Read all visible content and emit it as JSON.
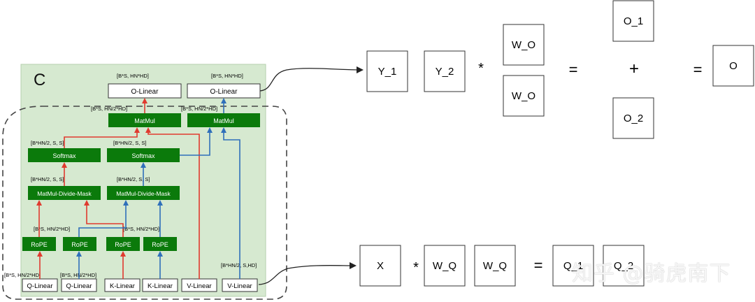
{
  "panel": {
    "label": "C",
    "colors": {
      "panel_bg": "#d6e9d0",
      "green": "#0b7a0b",
      "red": "#e03a2f",
      "blue": "#2f6fba",
      "dashed": "#444444"
    }
  },
  "shapes": {
    "olin1": "[B*S, HN*HD]",
    "olin2": "[B*S, HN*HD]",
    "matmul1": "[B*S, HN/2*HD]",
    "matmul2": "[B*S, HN/2*HD]",
    "softmax1": "[B*HN/2, S, S]",
    "softmax2": "[B*HN/2, S, S]",
    "mdm1": "[B*HN/2, S, S]",
    "mdm2": "[B*HN/2, S, S]",
    "rope1": "[B*S, HN/2*HD]",
    "rope2": "[B*S, HN/2*HD]",
    "qlin1": "[B*S, HN/2*HD]",
    "qlin2": "[B*S, HN/2*HD]",
    "vlin": "[B*HN/2, S,HD]"
  },
  "blocks": {
    "o_linear": "O-Linear",
    "matmul": "MatMul",
    "softmax": "Softmax",
    "mdm": "MatMul-Divide-Mask",
    "rope": "RoPE",
    "q_linear": "Q-Linear",
    "k_linear": "K-Linear",
    "v_linear": "V-Linear"
  },
  "top_eq": {
    "y1": "Y_1",
    "y2": "Y_2",
    "times": "*",
    "wo1": "W_O",
    "wo2": "W_O",
    "eq1": "=",
    "o1": "O_1",
    "plus": "+",
    "o2": "O_2",
    "eq2": "=",
    "o": "O"
  },
  "bottom_eq": {
    "x": "X",
    "times": "*",
    "wq1": "W_Q",
    "wq2": "W_Q",
    "eq": "=",
    "q1": "Q_1",
    "q2": "Q_2"
  },
  "watermark": "知乎 @骑虎南下"
}
